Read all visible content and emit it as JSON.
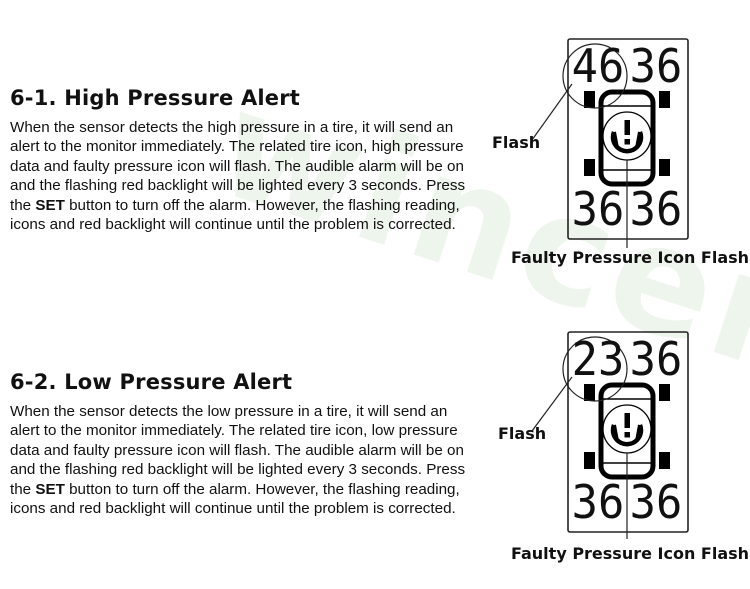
{
  "watermark": "wincen",
  "sections": [
    {
      "title": "6-1. High Pressure Alert",
      "p1": "When the sensor detects the high pressure in a tire, it will send an alert to the monitor immediately. The related tire icon, high pressure data and faulty pressure icon will flash. The audible alarm will be on and the flashing red backlight will be lighted every 3 seconds. Press the ",
      "set": "SET",
      "p2": " button to turn off the alarm. However, the flashing reading, icons and red backlight will continue until the problem is corrected.",
      "display": {
        "front_left": "46",
        "front_right": "36",
        "rear_left": "36",
        "rear_right": "36"
      },
      "flash_label": "Flash",
      "faulty_label": "Faulty Pressure Icon Flash"
    },
    {
      "title": "6-2. Low Pressure Alert",
      "p1": "When the sensor detects the low pressure in a tire, it will send an alert to the monitor immediately. The related tire icon, low pressure data and faulty pressure icon will flash. The audible alarm will be on and the flashing red backlight will be lighted every 3 seconds. Press the ",
      "set": "SET",
      "p2": " button to turn off the alarm. However, the flashing reading, icons and red backlight will continue until the problem is corrected.",
      "display": {
        "front_left": "23",
        "front_right": "36",
        "rear_left": "36",
        "rear_right": "36"
      },
      "flash_label": "Flash",
      "faulty_label": "Faulty Pressure Icon Flash"
    }
  ]
}
